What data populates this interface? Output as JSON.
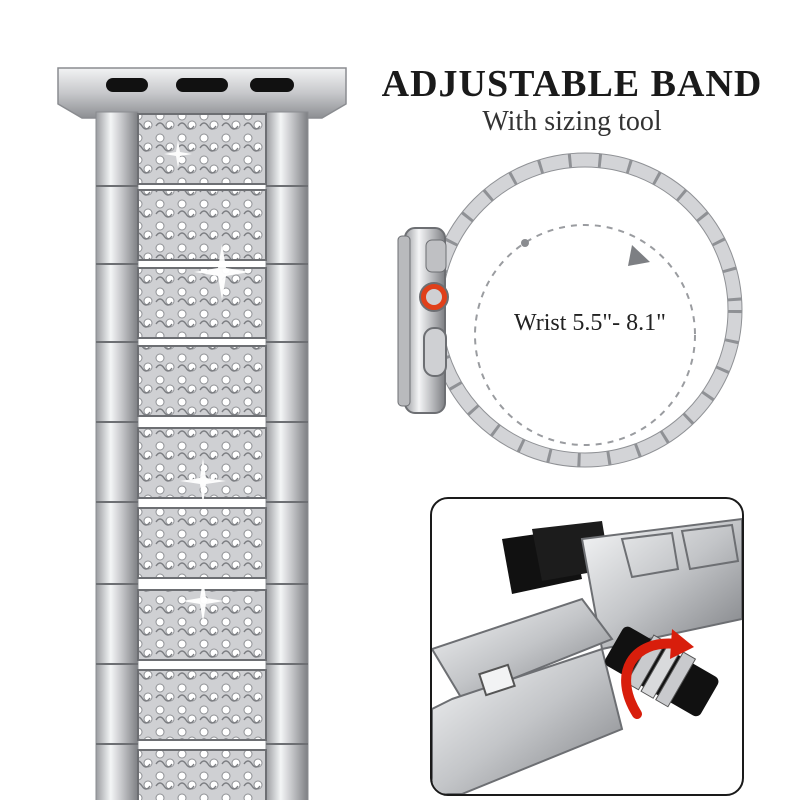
{
  "headline": {
    "title": "ADJUSTABLE BAND",
    "subtitle": "With sizing tool"
  },
  "fit_diagram": {
    "wrist_label": "Wrist 5.5\"- 8.1\""
  },
  "colors": {
    "silver": "#d9dadc",
    "silver_dark": "#8a8c90",
    "accent_orange": "#e0401a",
    "arrow_red": "#d81e0c",
    "black": "#111111"
  }
}
